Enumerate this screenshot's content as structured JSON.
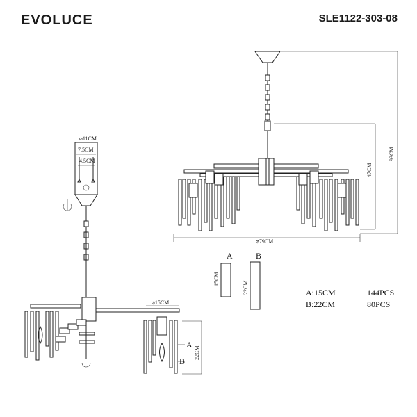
{
  "header": {
    "brand": "EVOLUCE",
    "model": "SLE1122-303-08"
  },
  "dimensions": {
    "total_height": "93CM",
    "body_height": "47CM",
    "diameter": "⌀79CM",
    "canopy_diameter": "⌀11CM",
    "canopy_inner_1": "7.5CM",
    "canopy_inner_2": "4.5CM",
    "cup_diameter": "⌀15CM",
    "detail_height": "22CM"
  },
  "crystals": {
    "a": {
      "letter": "A",
      "size": "15CM",
      "legend_size": "A:15CM",
      "count": "144PCS"
    },
    "b": {
      "letter": "B",
      "size": "22CM",
      "legend_size": "B:22CM",
      "count": "80PCS"
    }
  }
}
